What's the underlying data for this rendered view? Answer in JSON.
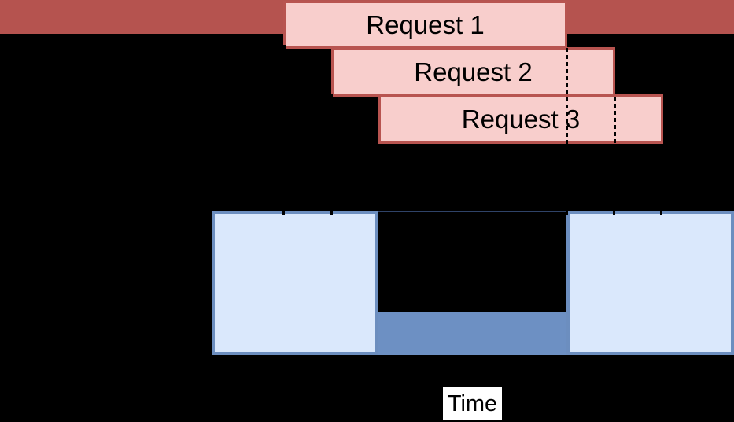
{
  "diagram": {
    "requests": [
      {
        "label": "Request 1"
      },
      {
        "label": "Request 2"
      },
      {
        "label": "Request 3"
      }
    ],
    "time_axis_label": "Time",
    "colors": {
      "background": "#000000",
      "top_bar": "#b5534f",
      "request_fill": "#f8cecc",
      "request_border": "#b85450",
      "dashed_boundary_line": "#000000",
      "timeline_box_fill": "#dae8fc",
      "timeline_box_border": "#6c8ebf",
      "utilization_bar": "#6d90c3",
      "time_label_background": "#ffffff",
      "time_label_text": "#000000"
    }
  }
}
